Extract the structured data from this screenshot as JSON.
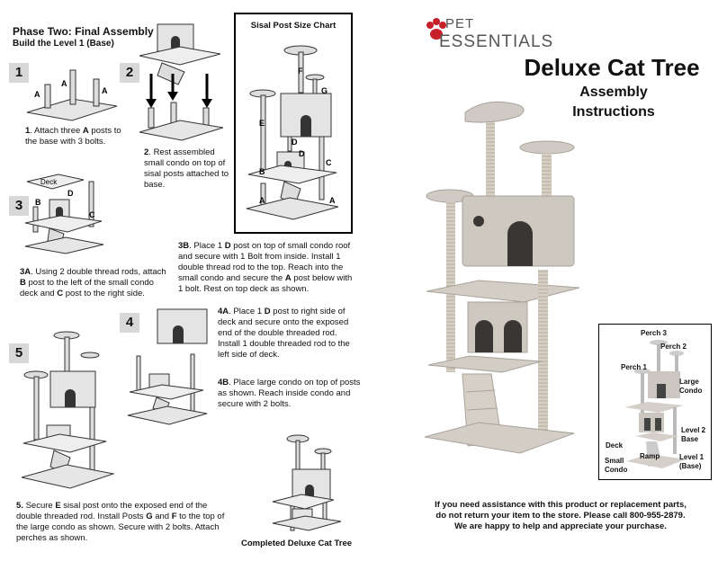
{
  "left": {
    "phase_title": "Phase Two: Final Assembly",
    "phase_subtitle": "Build the Level 1 (Base)",
    "steps": [
      {
        "num": "1",
        "bold": "1",
        "text": ". Attach three ",
        "bold2": "A",
        "text2": " posts to the base with 3 bolts."
      },
      {
        "num": "2",
        "bold": "2",
        "text": ". Rest assembled small condo on top of sisal posts attached to base."
      },
      {
        "num": "3",
        "bold": "3A",
        "text": ". Using 2 double thread rods, attach ",
        "b_bold": "B",
        "text_b": " post to the left of the small condo deck and ",
        "c_bold": "C",
        "text_c": " post to the right side."
      },
      {
        "num": "4"
      },
      {
        "num": "5",
        "bold": "5.",
        "text": " Secure ",
        "e_bold": "E",
        "text_e": " sisal post onto the exposed end of the double threaded rod. Install Posts ",
        "g_bold": "G",
        "text_g": " and ",
        "f_bold": "F",
        "text_f": " to the top of the large condo as shown. Secure with 2 bolts. Attach perches as shown."
      }
    ],
    "step3b": {
      "bold": "3B",
      "text1": ". Place 1 ",
      "d": "D",
      "text2": " post on top of small condo roof and secure with 1 Bolt from inside. Install 1 double thread rod to the top. Reach into the small condo and secure the ",
      "a": "A",
      "text3": " post below with 1 bolt. Rest on top deck as shown."
    },
    "step4a": {
      "bold": "4A",
      "text1": ". Place 1 ",
      "d": "D",
      "text2": " post to right side of deck and secure onto the exposed end of the double threaded rod. Install 1 double threaded rod to the left side of deck."
    },
    "step4b": {
      "bold": "4B",
      "text": ". Place large condo on top of posts as shown. Reach inside condo and secure with 2 bolts."
    },
    "deck_label": "Deck",
    "diagram_letters": {
      "s1": [
        "A",
        "A",
        "A"
      ],
      "s3": [
        "B",
        "C",
        "D"
      ]
    },
    "size_chart": {
      "title": "Sisal Post Size Chart",
      "letters": [
        "F",
        "G",
        "E",
        "D",
        "D",
        "B",
        "C",
        "A",
        "A"
      ]
    },
    "completed_caption": "Completed Deluxe Cat Tree"
  },
  "right": {
    "brand_top": "PET",
    "brand_bottom": "ESSENTIALS",
    "brand_color": "#c8202b",
    "title": "Deluxe Cat Tree",
    "subtitle_line1": "Assembly",
    "subtitle_line2": "Instructions",
    "parts_labels": [
      "Perch 3",
      "Perch 2",
      "Perch 1",
      "Large Condo",
      "Level 2 Base",
      "Deck",
      "Ramp",
      "Small Condo",
      "Level 1 (Base)"
    ],
    "footer_line1": "If you need assistance with this product or replacement parts,",
    "footer_line2": "do not return your item to the store. Please call 800-955-2879.",
    "footer_line3": "We are happy to help and appreciate your purchase."
  }
}
